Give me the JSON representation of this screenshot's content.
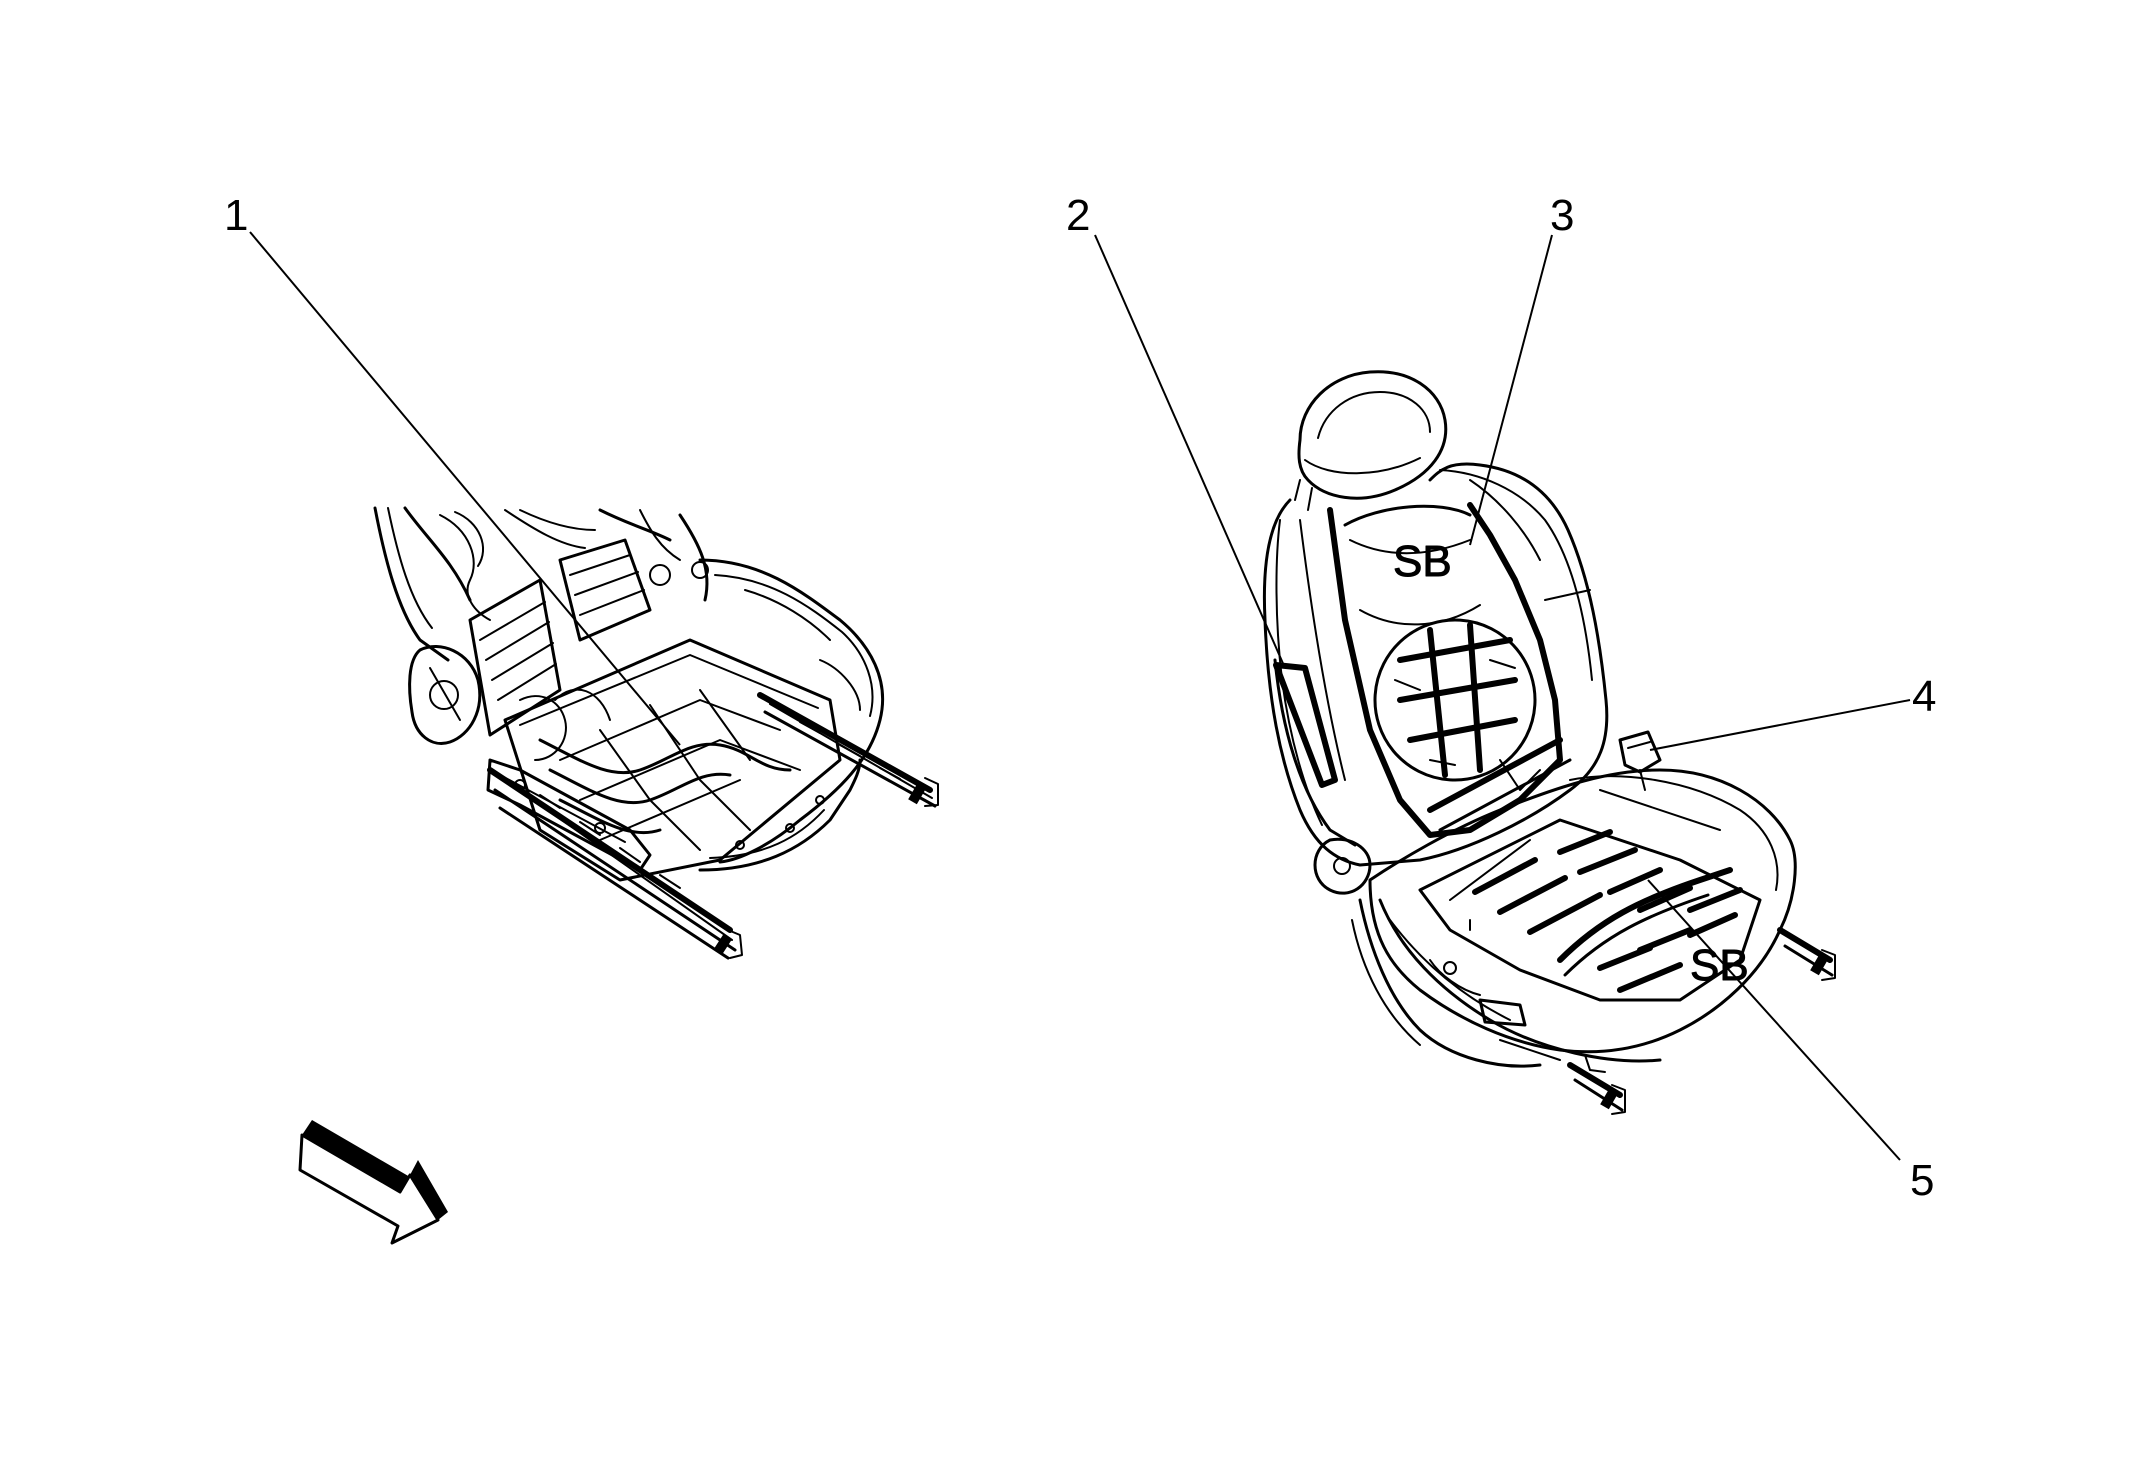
{
  "callouts": [
    {
      "id": "1",
      "label": "1"
    },
    {
      "id": "2",
      "label": "2"
    },
    {
      "id": "3",
      "label": "3"
    },
    {
      "id": "4",
      "label": "4"
    },
    {
      "id": "5",
      "label": "5"
    }
  ],
  "seat_markings": {
    "backrest_logo": "SB",
    "cushion_logo": "SB"
  },
  "icons": {
    "view_arrow": "direction-arrow-icon"
  },
  "colors": {
    "ink": "#000000",
    "background": "#ffffff"
  }
}
